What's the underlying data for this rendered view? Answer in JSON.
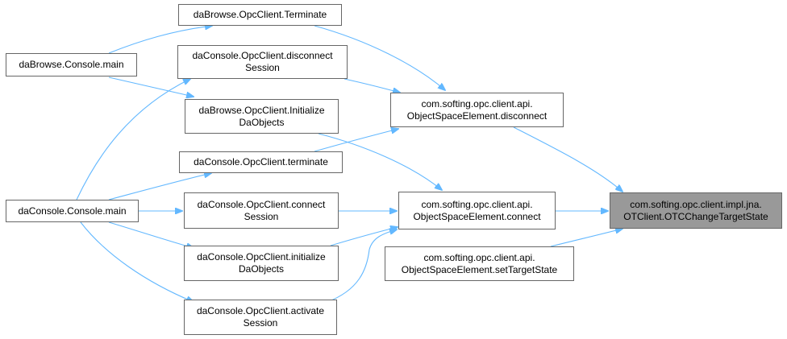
{
  "nodes": {
    "browse_terminate": {
      "lines": [
        "daBrowse.OpcClient.Terminate"
      ]
    },
    "browse_main": {
      "lines": [
        "daBrowse.Console.main"
      ]
    },
    "console_disconnect": {
      "lines": [
        "daConsole.OpcClient.disconnect",
        "Session"
      ]
    },
    "browse_initialize": {
      "lines": [
        "daBrowse.OpcClient.Initialize",
        "DaObjects"
      ]
    },
    "console_terminate": {
      "lines": [
        "daConsole.OpcClient.terminate"
      ]
    },
    "console_main": {
      "lines": [
        "daConsole.Console.main"
      ]
    },
    "console_connect": {
      "lines": [
        "daConsole.OpcClient.connect",
        "Session"
      ]
    },
    "console_initialize": {
      "lines": [
        "daConsole.OpcClient.initialize",
        "DaObjects"
      ]
    },
    "console_activate": {
      "lines": [
        "daConsole.OpcClient.activate",
        "Session"
      ]
    },
    "api_disconnect": {
      "lines": [
        "com.softing.opc.client.api.",
        "ObjectSpaceElement.disconnect"
      ]
    },
    "api_connect": {
      "lines": [
        "com.softing.opc.client.api.",
        "ObjectSpaceElement.connect"
      ]
    },
    "api_settarget": {
      "lines": [
        "com.softing.opc.client.api.",
        "ObjectSpaceElement.setTargetState"
      ]
    },
    "target": {
      "lines": [
        "com.softing.opc.client.impl.jna.",
        "OTClient.OTCChangeTargetState"
      ]
    }
  },
  "colors": {
    "edge": "#63b8ff",
    "border": "#666666",
    "focus_fill": "#999999"
  }
}
